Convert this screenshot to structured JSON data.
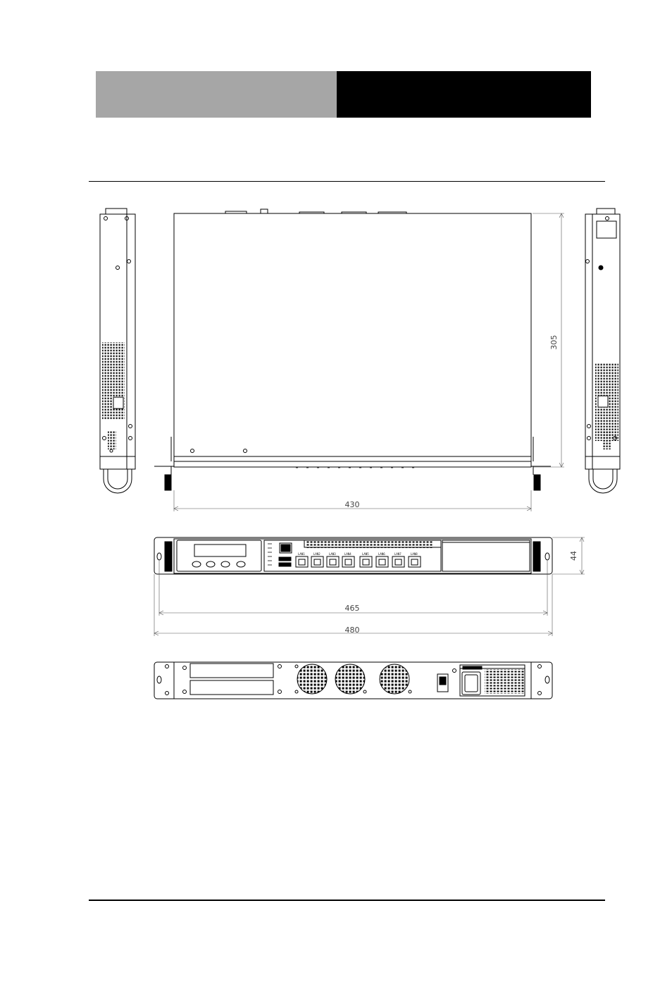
{
  "header": {
    "left_color": "#a6a6a6",
    "right_color": "#000000"
  },
  "dimensions": {
    "depth": "305",
    "width_chassis": "430",
    "height": "44",
    "mount_hole_spacing": "465",
    "width_overall": "480"
  },
  "front_panel": {
    "lan_labels": [
      "LAN1",
      "LAN2",
      "LAN3",
      "LAN4",
      "LAN5",
      "LAN6",
      "LAN7",
      "LAN8"
    ]
  }
}
